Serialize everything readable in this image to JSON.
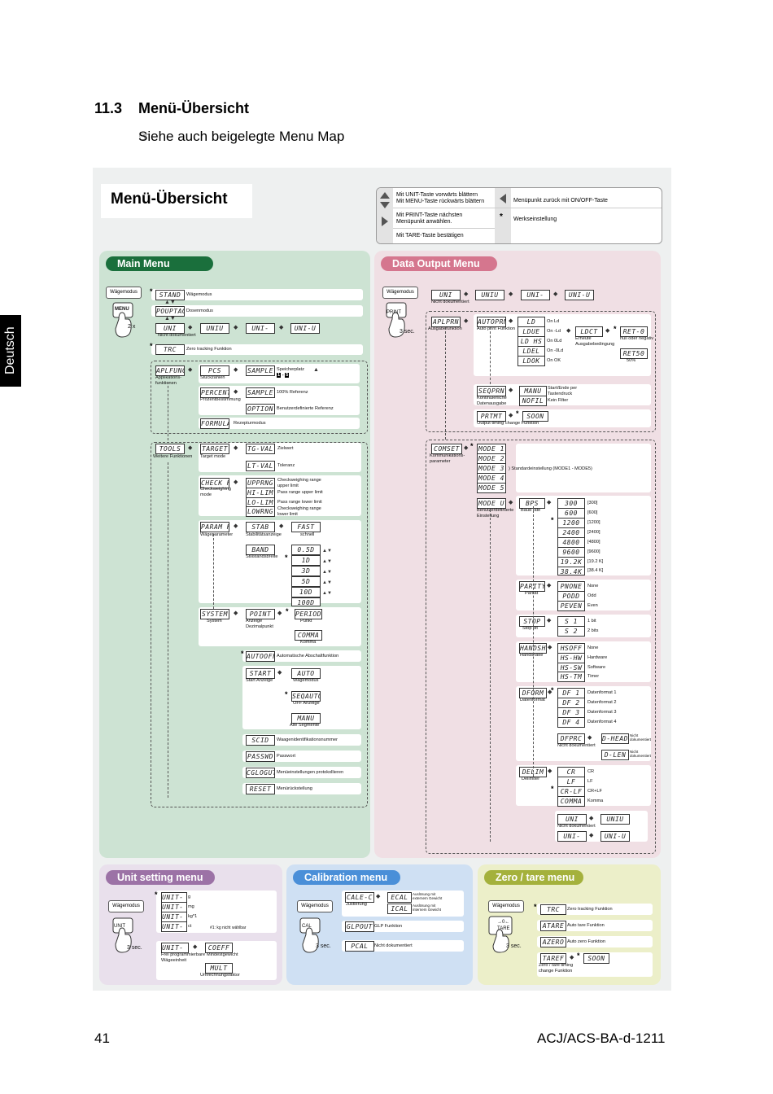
{
  "page": {
    "section_number": "11.3",
    "section_title": "Menü-Übersicht",
    "see_also": "Siehe auch beigelegte Menu Map",
    "language_tab": "Deutsch",
    "page_number": "41",
    "doc_id": "ACJ/ACS-BA-d-1211"
  },
  "map": {
    "title": "Menü-Übersicht",
    "legend": {
      "unit_menu": "Mit UNIT-Taste vorwärts blättern\nMit MENU-Taste rückwärts blättern",
      "print": "Mit PRINT-Taste nächsten\nMenüpunkt anwählen.",
      "tare": "Mit TARE-Taste bestätigen",
      "onoff": "Menüpunkt zurück mit ON/OFF-Taste",
      "star_mark": "*",
      "star": "Werkseinstellung"
    },
    "main": {
      "title": "Main Menu",
      "wage": "Wägemodus",
      "key": "MENU",
      "x2": "2 x",
      "stand": "STAND",
      "stand_l": "Wägemodus",
      "pnd": "POUPTAG",
      "pnd_l": "Dosenmodus",
      "uni1": "UNI",
      "uni2": "UNIU",
      "uni3": "UNI-",
      "uni4": "UNI-U",
      "uni_l": "Nicht dokumentiert",
      "trc": "TRC",
      "trc_l": "Zero tracking Funktion",
      "apl": "APLFUNC",
      "apl_l": "Applikations-\nfunktionen",
      "pcs": "PCS",
      "pcs_l": "Stückzählen",
      "sample": "SAMPLE",
      "sample_l": "Speicherplatz",
      "speich_a": "1",
      "speich_dash": "-",
      "speich_b": "5",
      "percent": "PERCENT",
      "percent_l": "Prozentbestimmung",
      "sample2": "SAMPLE",
      "sample2_l": "100% Referenz",
      "option": "OPTION",
      "option_l": "Benutzerdefinierte Referenz",
      "formula": "FORMULA",
      "formula_l": "Rezepturmodus",
      "tools": "TOOLS",
      "tools_l": "Weitere Funktionen",
      "target": "TARGET",
      "target_l": "Target mode",
      "tgval": "TG-VAL",
      "tgval_l": "Zielwert",
      "ltval": "LT-VAL",
      "ltval_l": "Toleranz",
      "check": "CHECK H",
      "check_l": "Checkweighing\nmode",
      "upprng": "UPPRNG",
      "upprng_l": "Checkweighing range\nupper limit",
      "hilim": "HI-LIM",
      "hilim_l": "Pass range upper limit",
      "lolim": "LO-LIM",
      "lolim_l": "Pass range lower limit",
      "lowrng": "LOWRNG",
      "lowrng_l": "Checkweighing range\nlower limit",
      "param": "PARAM H",
      "param_l": "Wägeparameter",
      "stab": "STAB",
      "stab_l": "Stabilitätsanzeige",
      "fast": "FAST",
      "fast_l": "schnell",
      "band": "BAND",
      "band_l": "Stillstandsbreite",
      "b1": "0.5D",
      "b2": "1D",
      "b3": "3D",
      "b4": "5D",
      "b5": "10D",
      "b6": "100D",
      "system": "SYSTEM",
      "system_l": "System",
      "point": "POINT",
      "point_l": "Anzeige\nDezimalpunkt",
      "period": "PERIOD",
      "period_l": "Punkt",
      "comma": "COMMA",
      "comma_l": "Komma",
      "autooff": "AUTOOFF",
      "autooff_l": "Automatische Abschaltfunktion",
      "startm": "START",
      "startm_l": "Start Anzeige",
      "auto": "AUTO",
      "auto_l": "Wägemodus",
      "seqauto": "SEQAUTO",
      "seqauto_l": "OFF Anzeige",
      "manu": "MANU",
      "manu_l": "Alle Segmente",
      "scid": "SCID",
      "scid_l": "Waagenidentifikationsnummer",
      "passwd": "PASSWD",
      "passwd_l": "Passwort",
      "cglog": "CGLOGUT",
      "cglog_l": "Menüeinstellungen protokollieren",
      "reset": "RESET",
      "reset_l": "Menürückstellung"
    },
    "data": {
      "title": "Data Output Menu",
      "wage": "Wägemodus",
      "key": "PRINT",
      "sec": "3 sec.",
      "uni1": "UNI",
      "uni2": "UNIU",
      "uni3": "UNI-",
      "uni4": "UNI-U",
      "uni_l": "Nicht dokumentiert",
      "aplprn": "APLPRN",
      "aplprn_l": "Ausgabefunktion",
      "autoprn": "AUTOPRN",
      "autoprn_l": "Auto print Funktion",
      "ld": "LD",
      "ld_l": "On Ld",
      "ldue": "LDUE",
      "ldue_l": "On -Ld",
      "ldhs": "LD HS",
      "ldhs_l": "On 0Ld",
      "ldel": "LDEL",
      "ldel_l": "On -0Ld",
      "ldok": "LDOK",
      "ldok_l": "On OK",
      "ldct": "LDCT",
      "ldct_l": "Erneute\nAusgabebedingung",
      "retz": "RET-0",
      "retz_l": "null oder negativ",
      "ret50": "RET50",
      "ret50_l": "50%",
      "seqprn": "SEQPRN",
      "seqprn_l": "Kontinuierliche\nDatenausgabe",
      "manuon": "MANU",
      "manuon_l": "Start/Ende per\nTastendruck",
      "nofil": "NOFIL",
      "nofil_l": "Kein Filter",
      "prtmt": "PRTMT",
      "prtmt_l": "Output timing change Funktion",
      "soon": "SOON",
      "comset": "COMSET",
      "comset_l": "Kommunikations-\nparameter",
      "mode1": "MODE 1",
      "mode2": "MODE 2",
      "mode3": "MODE 3",
      "mode4": "MODE 4",
      "mode5": "MODE 5",
      "modes_l": "Standardeinstellung (MODE1 - MODE5)",
      "modeu": "MODE U",
      "modeu_l": "Benutzerdefinierte\nEinstellung",
      "bps": "BPS",
      "bps_l": "Baud rate",
      "b1": "300",
      "b2": "600",
      "b3": "1200",
      "b4": "2400",
      "b5": "4800",
      "b6": "9600",
      "b7": "19.2K",
      "b8": "38.4K",
      "b1_l": "[300]",
      "b2_l": "[600]",
      "b3_l": "[1200]",
      "b4_l": "[2400]",
      "b5_l": "[4800]",
      "b6_l": "[9600]",
      "b7_l": "[19.2 K]",
      "b8_l": "[38.4 K]",
      "parity": "PARITY",
      "parity_l": "Parität",
      "pnone": "PNONE",
      "pnone_l": "None",
      "podd": "PODD",
      "podd_l": "Odd",
      "peven": "PEVEN",
      "peven_l": "Even",
      "stop": "STOP",
      "stop_l": "Stop bit",
      "s1": "S 1",
      "s1_l": "1 bit",
      "s2": "S 2",
      "s2_l": "2 bits",
      "hand": "HANDSHK",
      "hand_l": "Handshake",
      "hsoff": "HSOFF",
      "hsoff_l": "None",
      "hshw": "HS-HW",
      "hshw_l": "Hardware",
      "hssw": "HS-SW",
      "hssw_l": "Software",
      "hstm": "HS-TM",
      "hstm_l": "Timer",
      "dform": "DFORM",
      "dform_l": "Datenformat",
      "df1": "DF 1",
      "df1_l": "Datenformat 1",
      "df2": "DF 2",
      "df2_l": "Datenformat 2",
      "df3": "DF 3",
      "df3_l": "Datenformat 3",
      "df4": "DF 4",
      "df4_l": "Datenformat 4",
      "dfprc": "DFPRC",
      "dfprc_l": "Nicht dokumentiert",
      "dhead": "D-HEAD",
      "dhead_l": "Nicht\ndokumentiert",
      "dlen": "D-LEN",
      "dlen_l": "Nicht\ndokumentiert",
      "delim": "DELIM",
      "delim_l": "Delimiter",
      "cr": "CR",
      "cr_l": "CR",
      "lf": "LF",
      "lf_l": "LF",
      "crlf": "CR-LF",
      "crlf_l": "CR+LF",
      "commad": "COMMA",
      "commad_l": "Komma",
      "uu1": "UNI",
      "uu2": "UNIU",
      "uu3": "UNI-",
      "uu4": "UNI-U",
      "uu_l": "Nicht dokumentiert"
    },
    "unit": {
      "title": "Unit setting menu",
      "wage": "Wägemodus",
      "key": "UNIT",
      "sec": "3 sec.",
      "u1": "UNIT- g",
      "u1_l": "g",
      "u2": "UNIT- mg",
      "u2_l": "mg",
      "u3": "UNIT- kg",
      "u3_l": "kg*1",
      "u4": "UNIT- ct",
      "u4_l": "ct",
      "note": "#1: kg nicht wählbar",
      "unitu": "UNIT- U",
      "unitu_l": "Frei programmierbare\nWägeeinheit",
      "coeff": "COEFF",
      "coeff_l": "Mindestgewicht",
      "mult": "MULT",
      "mult_l": "Umrechnungsfaktor"
    },
    "cal": {
      "title": "Calibration menu",
      "wage": "Wägemodus",
      "key": "CAL",
      "sec": "3 sec.",
      "calec": "CALE-C",
      "calec_l": "Justierung",
      "ecal1": "ECAL",
      "ecal1_l": "Auslösung mit\nexternem Gewicht",
      "ical": "ICAL",
      "ical_l": "Auslösung mit\ninternem Gewicht",
      "glp": "GLPOUT",
      "glp_l": "GLP Funktion",
      "pcal": "PCAL",
      "pcal_l": "Nicht dokumentiert"
    },
    "zero": {
      "title": "Zero / tare menu",
      "wage": "Wägemodus",
      "key1": "→0←",
      "key2": "TARE",
      "sec": "3 sec.",
      "trc": "TRC",
      "trc_l": "Zero tracking Funktion",
      "atare": "ATARE",
      "atare_l": "Auto tare Funktion",
      "azero": "AZERO",
      "azero_l": "Auto zero Funktion",
      "taref": "TAREF",
      "taref_l": "Zero / tare timing\nchange Funktion",
      "soon": "SOON"
    }
  }
}
